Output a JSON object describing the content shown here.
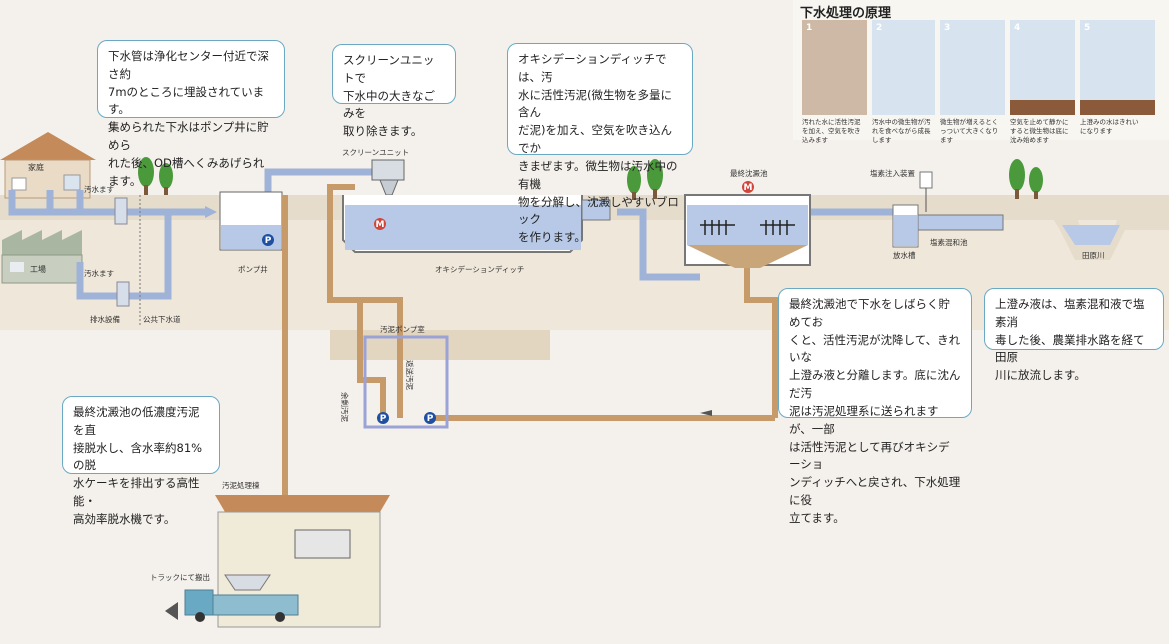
{
  "callouts": {
    "sewer_pipe": "下水管は浄化センター付近で深さ約\n7mのところに埋設されています。\n集められた下水はポンプ井に貯めら\nれた後、OD槽へくみあげられます。",
    "screen_unit": "スクリーンユニットで\n下水中の大きなごみを\n取り除きます。",
    "oxidation_ditch": "オキシデーションディッチでは、汚\n水に活性汚泥(微生物を多量に含ん\nだ泥)を加え、空気を吹き込んでか\nきまぜます。微生物は汚水中の有機\n物を分解し、沈澱しやすいブロック\nを作ります。",
    "final_settling": "最終沈澱池で下水をしばらく貯めてお\nくと、活性汚泥が沈降して、きれいな\n上澄み液と分離します。底に沈んだ汚\n泥は汚泥処理系に送られますが、一部\nは活性汚泥として再びオキシデーショ\nンディッチへと戻され、下水処理に役\n立てます。",
    "supernatant": "上澄み液は、塩素混和液で塩素消\n毒した後、農業排水路を経て田原\n川に放流します。",
    "dewatering": "最終沈澱池の低濃度汚泥を直\n接脱水し、含水率約81%の脱\n水ケーキを排出する高性能・\n高効率脱水機です。"
  },
  "labels": {
    "home": "家庭",
    "factory": "工場",
    "manhole_1": "汚水ます",
    "manhole_2": "汚水ます",
    "drain_facility": "排水設備",
    "public_sewer": "公共下水道",
    "pump_well": "ポンプ井",
    "screen_unit": "スクリーンユニット",
    "oxidation_ditch": "オキシデーションディッチ",
    "final_settling": "最終沈澱池",
    "chlorine_device": "塩素注入装置",
    "discharge_tank": "放水槽",
    "chlorine_tank": "塩素混和池",
    "tahara_river": "田原川",
    "sludge_pump_room": "汚泥ポンプ室",
    "return_sludge": "返送汚泥",
    "excess_sludge": "余剰汚泥",
    "sludge_building": "汚泥処理棟",
    "truck_out": "トラックにて搬出",
    "pump_symbol": "P",
    "motor_symbol": "M"
  },
  "principle": {
    "title": "下水処理の原理",
    "steps": [
      {
        "num": "1",
        "caption": "汚れた水に活性汚泥を加え、空気を吹き込みます"
      },
      {
        "num": "2",
        "caption": "汚水中の微生物が汚れを食べながら成長します"
      },
      {
        "num": "3",
        "caption": "微生物が増えるとくっついて大きくなります"
      },
      {
        "num": "4",
        "caption": "空気を止めて静かにすると微生物は底に沈み始めます"
      },
      {
        "num": "5",
        "caption": "上澄みの水はきれいになります"
      }
    ]
  },
  "colors": {
    "water": "#b7c9e6",
    "pipe_water": "#9fb3d9",
    "sludge_pipe": "#c79a6a",
    "accent_blue": "#6aa9c4"
  }
}
